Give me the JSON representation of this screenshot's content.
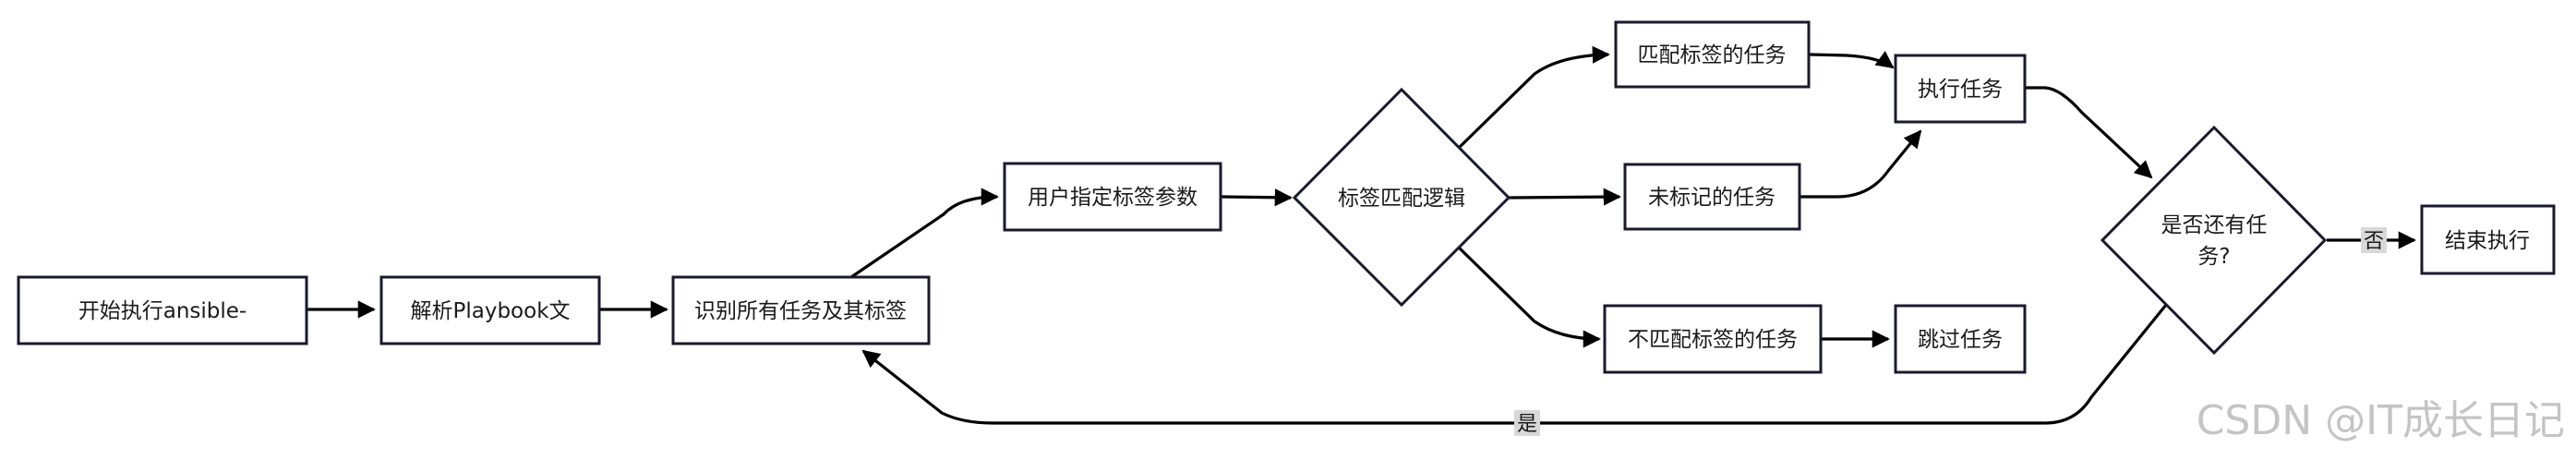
{
  "nodes": {
    "start": "开始执行ansible-",
    "parse": "解析Playbook文",
    "identify": "识别所有任务及其标签",
    "user_tags": "用户指定标签参数",
    "logic": "标签匹配逻辑",
    "matched": "匹配标签的任务",
    "untagged": "未标记的任务",
    "unmatched": "不匹配标签的任务",
    "execute": "执行任务",
    "skip": "跳过任务",
    "more_line1": "是否还有任",
    "more_line2": "务?",
    "end": "结束执行"
  },
  "edges": {
    "no": "否",
    "yes": "是"
  },
  "watermark": "CSDN @IT成长日记"
}
